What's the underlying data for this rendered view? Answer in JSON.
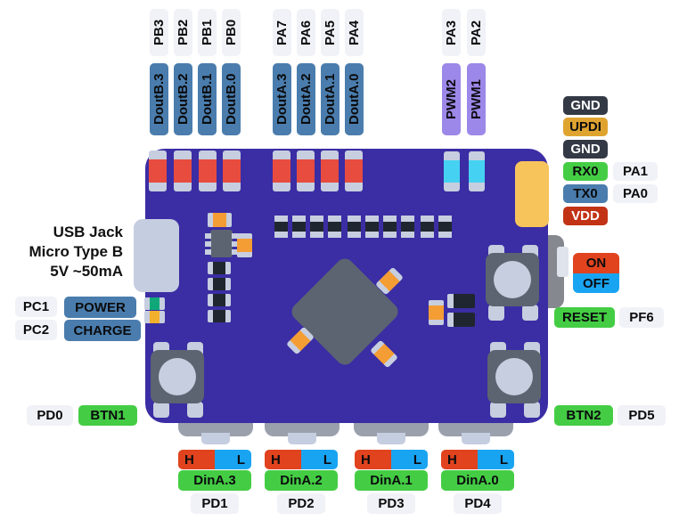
{
  "pins": {
    "top_b": [
      {
        "port": "PB3",
        "signal": "DoutB.3"
      },
      {
        "port": "PB2",
        "signal": "DoutB.2"
      },
      {
        "port": "PB1",
        "signal": "DoutB.1"
      },
      {
        "port": "PB0",
        "signal": "DoutB.0"
      }
    ],
    "top_a": [
      {
        "port": "PA7",
        "signal": "DoutA.3"
      },
      {
        "port": "PA6",
        "signal": "DoutA.2"
      },
      {
        "port": "PA5",
        "signal": "DoutA.1"
      },
      {
        "port": "PA4",
        "signal": "DoutA.0"
      }
    ],
    "top_pwm": [
      {
        "port": "PA3",
        "signal": "PWM2"
      },
      {
        "port": "PA2",
        "signal": "PWM1"
      }
    ],
    "right": [
      {
        "label": "GND"
      },
      {
        "label": "UPDI"
      },
      {
        "label": "GND"
      },
      {
        "label": "RX0",
        "port": "PA1"
      },
      {
        "label": "TX0",
        "port": "PA0"
      },
      {
        "label": "VDD"
      }
    ],
    "power_switch": {
      "on": "ON",
      "off": "OFF"
    },
    "reset": {
      "signal": "RESET",
      "port": "PF6"
    },
    "left_rows": [
      {
        "port": "PC1",
        "signal": "POWER"
      },
      {
        "port": "PC2",
        "signal": "CHARGE"
      }
    ],
    "btn1": {
      "port": "PD0",
      "signal": "BTN1"
    },
    "btn2": {
      "signal": "BTN2",
      "port": "PD5"
    },
    "bottom": [
      {
        "high": "H",
        "low": "L",
        "signal": "DinA.3",
        "port": "PD1"
      },
      {
        "high": "H",
        "low": "L",
        "signal": "DinA.2",
        "port": "PD2"
      },
      {
        "high": "H",
        "low": "L",
        "signal": "DinA.1",
        "port": "PD3"
      },
      {
        "high": "H",
        "low": "L",
        "signal": "DinA.0",
        "port": "PD4"
      }
    ]
  },
  "usb_note": {
    "line1": "USB Jack",
    "line2": "Micro Type B",
    "line3": "5V ~50mA"
  },
  "colors": {
    "board": "#3b2da4",
    "badge_light": "#f1f2f7",
    "badge_steel_blue": "#4a7dad",
    "badge_purple": "#9c88e8",
    "badge_dark": "#333945",
    "badge_amber": "#dfa430",
    "badge_green": "#44cd44",
    "badge_red": "#c23315",
    "on_red": "#e0431e",
    "off_blue": "#19a4f2",
    "led_red": "#e74c3f",
    "led_cyan": "#45d2f2"
  }
}
